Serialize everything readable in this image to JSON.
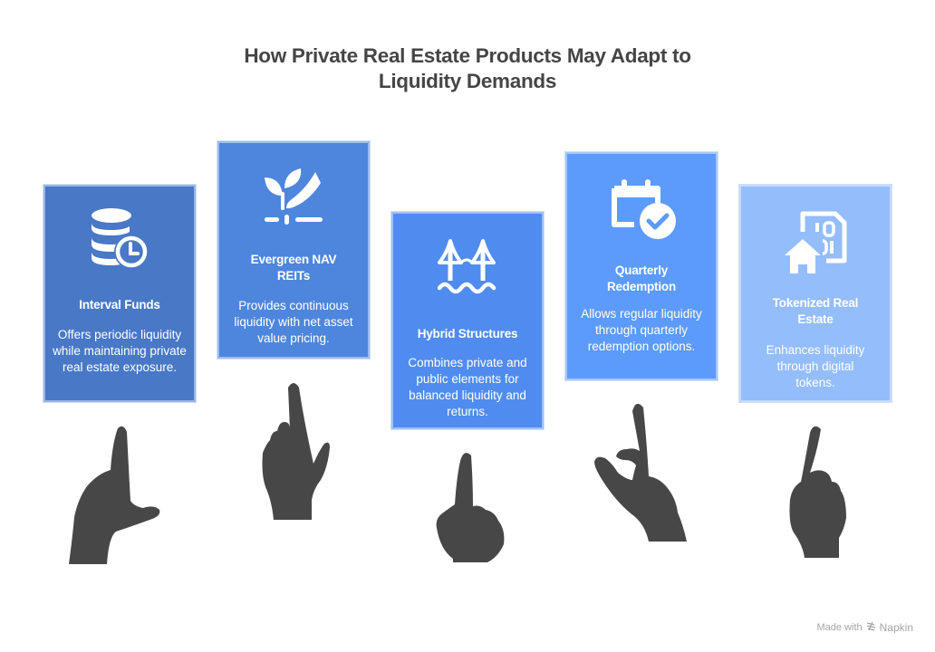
{
  "title": {
    "line1": "How Private Real Estate Products May Adapt to",
    "line2": "Liquidity Demands"
  },
  "colors": {
    "title": "#454545",
    "hand": "#474747",
    "card1": "#4878C6",
    "card2": "#4E86DD",
    "card3": "#508CF0",
    "card4": "#5C9BFC",
    "card5": "#94BDFC"
  },
  "cards": [
    {
      "icon": "database-clock-icon",
      "heading": "Interval Funds",
      "description": "Offers periodic liquidity while maintaining private real estate exposure."
    },
    {
      "icon": "plant-hand-icon",
      "heading": "Evergreen NAV REITs",
      "description": "Provides continuous liquidity with net asset value pricing."
    },
    {
      "icon": "bridge-icon",
      "heading": "Hybrid Structures",
      "description": "Combines private and public elements for balanced liquidity and returns."
    },
    {
      "icon": "calendar-check-icon",
      "heading": "Quarterly Redemption",
      "description": "Allows regular liquidity through quarterly redemption options."
    },
    {
      "icon": "house-binary-icon",
      "heading": "Tokenized Real Estate",
      "description": "Enhances liquidity through digital tokens."
    }
  ],
  "footer": {
    "made_with": "Made with",
    "brand": "Napkin",
    "logo_icon": "napkin-logo-icon"
  }
}
